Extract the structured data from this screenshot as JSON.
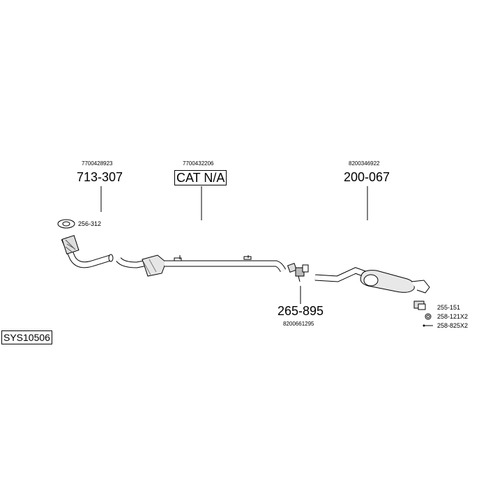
{
  "system_code": "SYS10506",
  "parts": {
    "front_pipe": {
      "oe": "7700428923",
      "number": "713-307"
    },
    "catalyst": {
      "oe": "7700432206",
      "number": "CAT N/A"
    },
    "rear_silencer": {
      "oe": "8200346922",
      "number": "200-067"
    },
    "middle_clamp": {
      "oe": "8200661295",
      "number": "265-895"
    }
  },
  "accessories": {
    "gasket": "256-312",
    "mounting": "255-151",
    "ring": "258-121X2",
    "bolt": "258-825X2"
  }
}
